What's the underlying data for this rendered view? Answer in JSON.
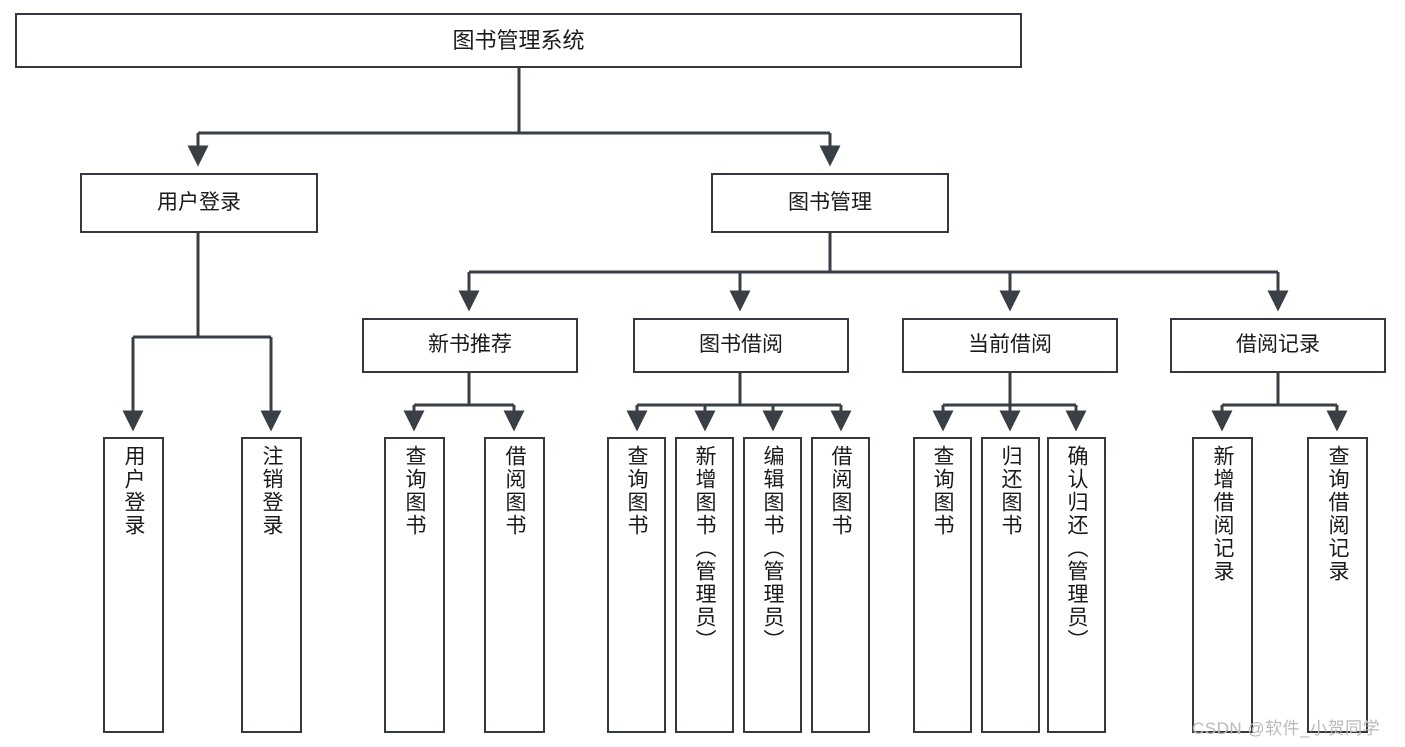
{
  "diagram": {
    "type": "hierarchy-tree",
    "title": "图书管理系统",
    "nodes": {
      "root": {
        "label": "图书管理系统"
      },
      "level1": [
        {
          "id": "user-login",
          "label": "用户登录"
        },
        {
          "id": "book-management",
          "label": "图书管理"
        }
      ],
      "level2": [
        {
          "id": "new-book-recommend",
          "label": "新书推荐"
        },
        {
          "id": "book-borrow",
          "label": "图书借阅"
        },
        {
          "id": "current-borrow",
          "label": "当前借阅"
        },
        {
          "id": "borrow-record",
          "label": "借阅记录"
        }
      ],
      "leaves": [
        {
          "id": "leaf-user-login",
          "label": "用户登录"
        },
        {
          "id": "leaf-logout-login",
          "label": "注销登录"
        },
        {
          "id": "leaf-query-book-1",
          "label": "查询图书"
        },
        {
          "id": "leaf-borrow-book-1",
          "label": "借阅图书"
        },
        {
          "id": "leaf-query-book-2",
          "label": "查询图书"
        },
        {
          "id": "leaf-add-book",
          "label": "新增图书（管理员）"
        },
        {
          "id": "leaf-edit-book",
          "label": "编辑图书（管理员）"
        },
        {
          "id": "leaf-borrow-book-2",
          "label": "借阅图书"
        },
        {
          "id": "leaf-query-book-3",
          "label": "查询图书"
        },
        {
          "id": "leaf-return-book",
          "label": "归还图书"
        },
        {
          "id": "leaf-confirm-return",
          "label": "确认归还（管理员）"
        },
        {
          "id": "leaf-add-borrow-record",
          "label": "新增借阅记录"
        },
        {
          "id": "leaf-query-borrow-record",
          "label": "查询借阅记录"
        }
      ]
    },
    "colors": {
      "box_border": "#33393f",
      "box_fill": "#ffffff",
      "connector": "#3a3f45",
      "text": "#1a1a1a",
      "watermark": "#b9b9b9"
    }
  },
  "watermark": {
    "text": "CSDN @软件_小贺同学"
  }
}
